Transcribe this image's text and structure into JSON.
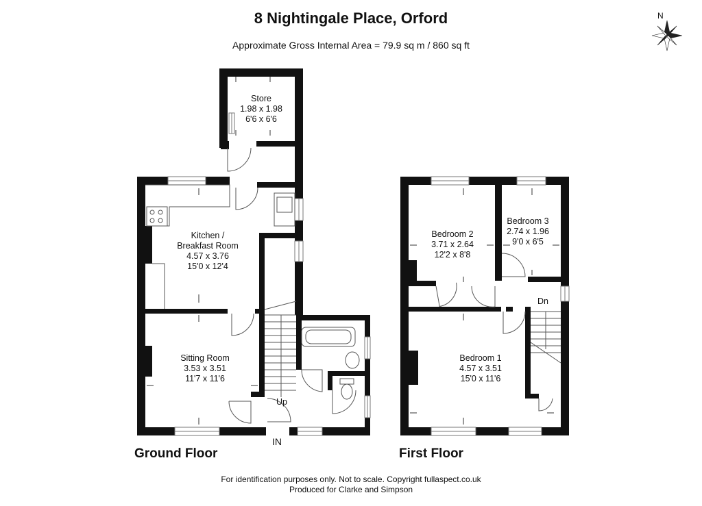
{
  "header": {
    "title": "8 Nightingale Place, Orford",
    "subtitle": "Approximate Gross Internal Area = 79.9 sq m / 860 sq ft"
  },
  "compass": {
    "north_label": "N"
  },
  "ground_floor": {
    "label": "Ground Floor",
    "rooms": [
      {
        "name": "Store",
        "metric": "1.98 x 1.98",
        "imperial": "6'6 x 6'6"
      },
      {
        "name": "Kitchen /",
        "name2": "Breakfast Room",
        "metric": "4.57 x 3.76",
        "imperial": "15'0 x 12'4"
      },
      {
        "name": "Sitting Room",
        "metric": "3.53 x 3.51",
        "imperial": "11'7 x 11'6"
      }
    ],
    "stairs_label": "Up",
    "entrance_label": "IN"
  },
  "first_floor": {
    "label": "First Floor",
    "rooms": [
      {
        "name": "Bedroom 2",
        "metric": "3.71 x 2.64",
        "imperial": "12'2 x 8'8"
      },
      {
        "name": "Bedroom 3",
        "metric": "2.74 x 1.96",
        "imperial": "9'0 x 6'5"
      },
      {
        "name": "Bedroom 1",
        "metric": "4.57 x 3.51",
        "imperial": "15'0 x 11'6"
      }
    ],
    "stairs_label": "Dn"
  },
  "footer": {
    "line1": "For identification purposes only. Not to scale. Copyright fullaspect.co.uk",
    "line2": "Produced for Clarke and Simpson"
  },
  "colors": {
    "wall": "#111111",
    "window_frame": "#777777"
  }
}
